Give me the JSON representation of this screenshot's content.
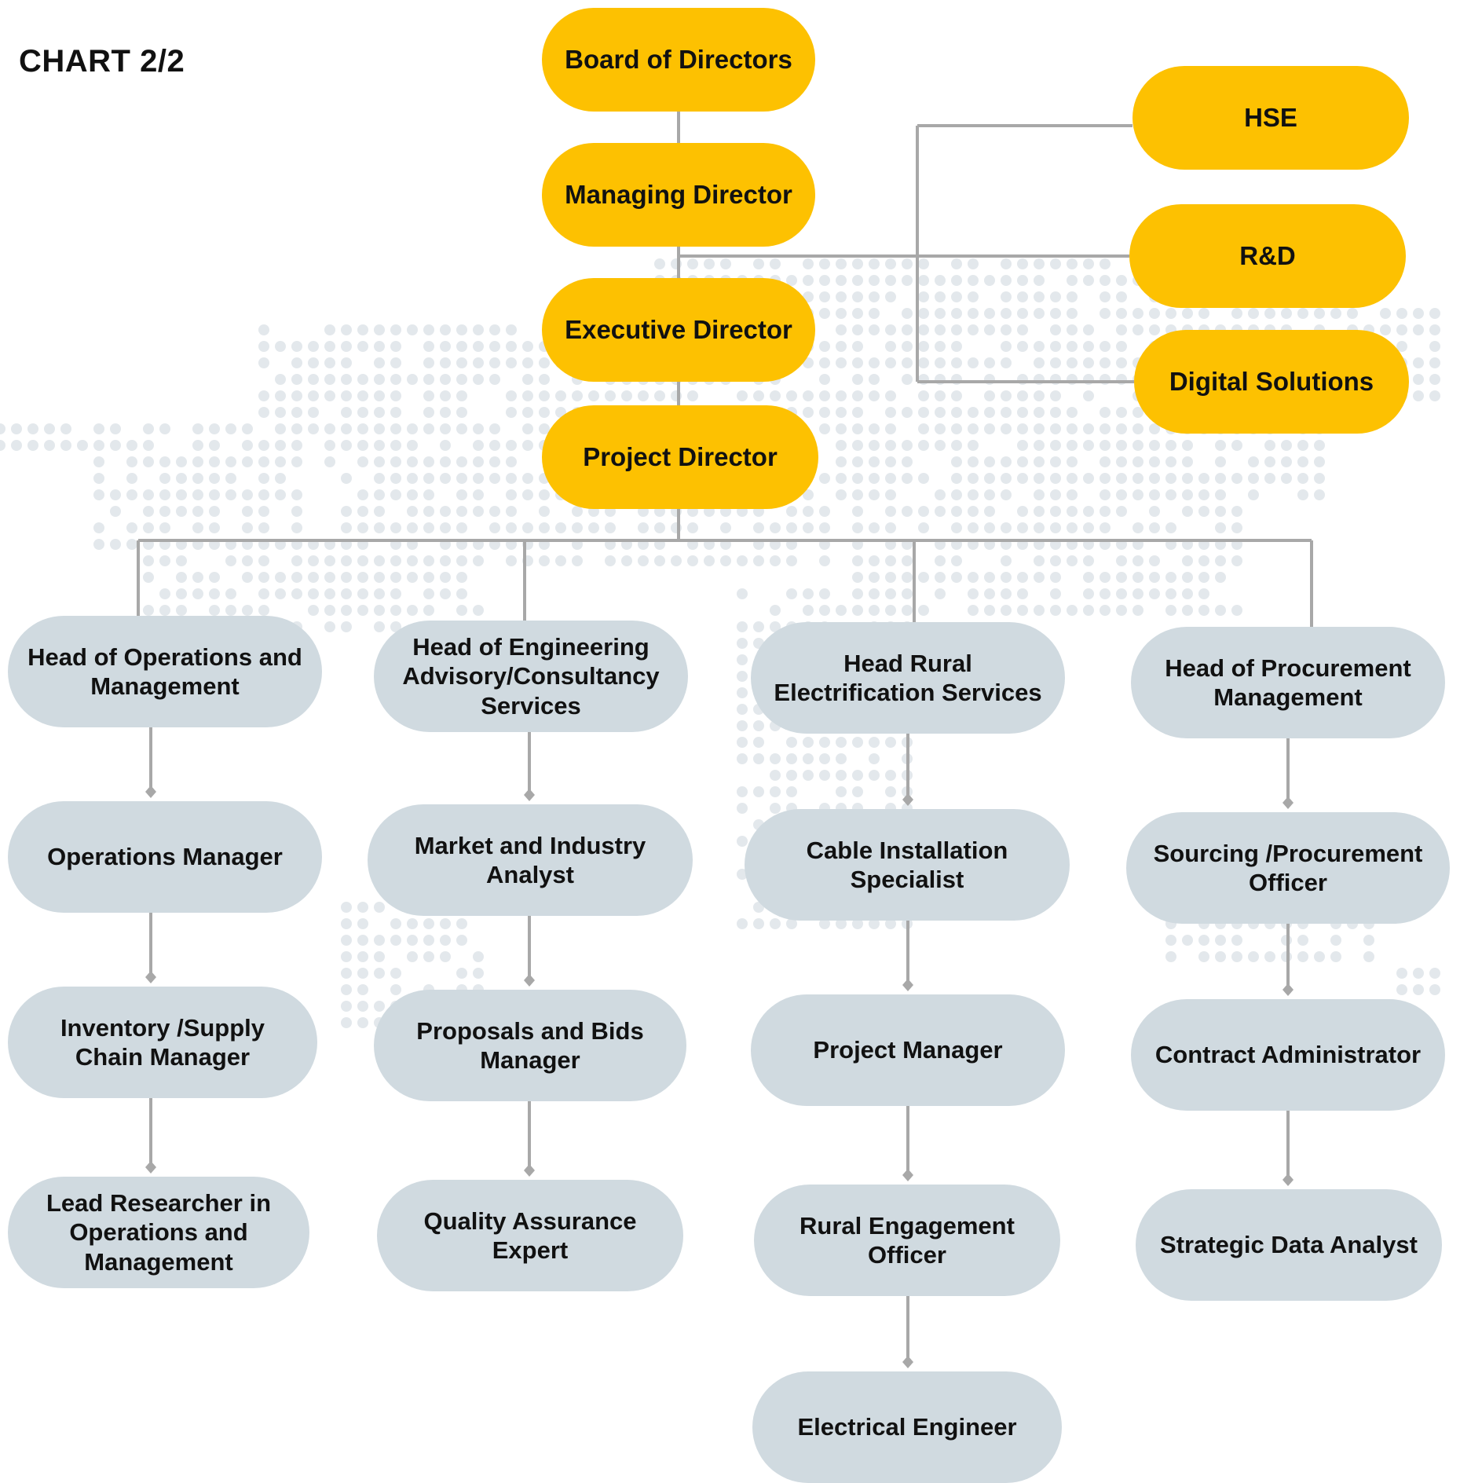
{
  "title": "CHART 2/2",
  "colors": {
    "executive_fill": "#FDC101",
    "department_fill": "#D0DAE0",
    "connector": "#A8A8A8",
    "map_dots": "#E3E8EC",
    "text": "#111111"
  },
  "executive": {
    "board": "Board of Directors",
    "managing": "Managing Director",
    "executive": "Executive Director",
    "project": "Project Director"
  },
  "support": {
    "hse": "HSE",
    "rnd": "R&D",
    "digital": "Digital Solutions"
  },
  "columns": [
    {
      "head": "Head of Operations and Management",
      "roles": [
        "Operations Manager",
        "Inventory /Supply Chain Manager",
        "Lead Researcher in Operations and Management"
      ]
    },
    {
      "head": "Head of Engineering Advisory/Consultancy Services",
      "roles": [
        "Market and Industry Analyst",
        "Proposals and Bids Manager",
        "Quality Assurance Expert"
      ]
    },
    {
      "head": "Head Rural Electrification Services",
      "roles": [
        "Cable Installation Specialist",
        "Project Manager",
        "Rural Engagement Officer",
        "Electrical Engineer"
      ]
    },
    {
      "head": "Head of Procurement Management",
      "roles": [
        "Sourcing /Procurement Officer",
        "Contract Administrator",
        "Strategic Data Analyst"
      ]
    }
  ]
}
